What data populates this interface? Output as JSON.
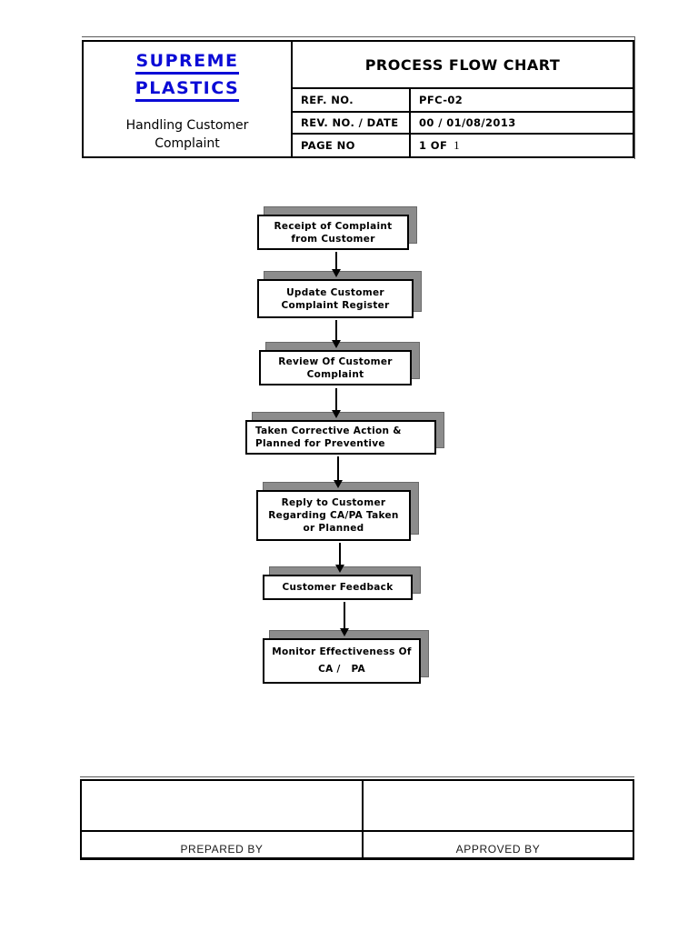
{
  "document": {
    "header": {
      "company_lines": [
        "SUPREME",
        "PLASTICS"
      ],
      "title": "PROCESS FLOW CHART",
      "subject": "Handling Customer\nComplaint",
      "fields": [
        {
          "label": "REF. NO.",
          "value": "PFC-02"
        },
        {
          "label": "REV. NO. / DATE",
          "value": "00 / 01/08/2013"
        },
        {
          "label": "PAGE NO",
          "value": "1 OF",
          "value_tail": "1"
        }
      ]
    },
    "flowchart": {
      "nodes": [
        {
          "label": "Receipt of Complaint\nfrom Customer"
        },
        {
          "label": "Update Customer\nComplaint Register"
        },
        {
          "label": "Review Of Customer\nComplaint"
        },
        {
          "label": "Taken Corrective Action &\nPlanned for Preventive"
        },
        {
          "label": "Reply to Customer\nRegarding CA/PA Taken\nor Planned"
        },
        {
          "label": "Customer Feedback"
        },
        {
          "label": "Monitor Effectiveness Of\nCA /   PA"
        }
      ]
    },
    "footer": {
      "prepared_label": "PREPARED BY",
      "approved_label": "APPROVED BY"
    },
    "colors": {
      "company_blue": "#0B0BD6",
      "shadow_gray": "#8C8C8C",
      "border_black": "#000000"
    }
  }
}
